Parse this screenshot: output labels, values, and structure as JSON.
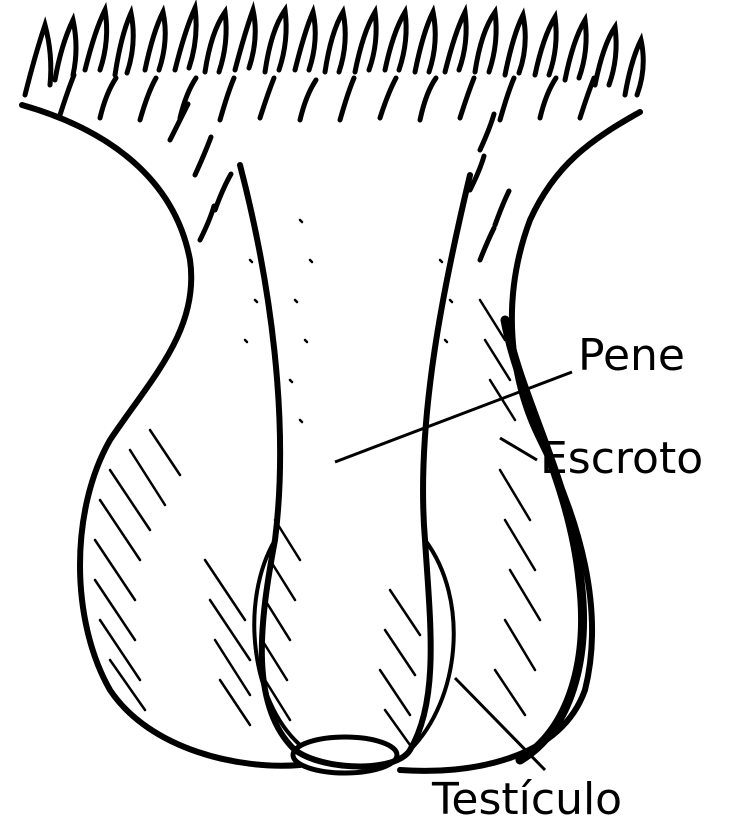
{
  "labels": {
    "pene": "Pene",
    "escroto": "Escroto",
    "testiculo": "Testículo"
  },
  "colors": {
    "ink": "#000000",
    "paper": "#ffffff"
  }
}
